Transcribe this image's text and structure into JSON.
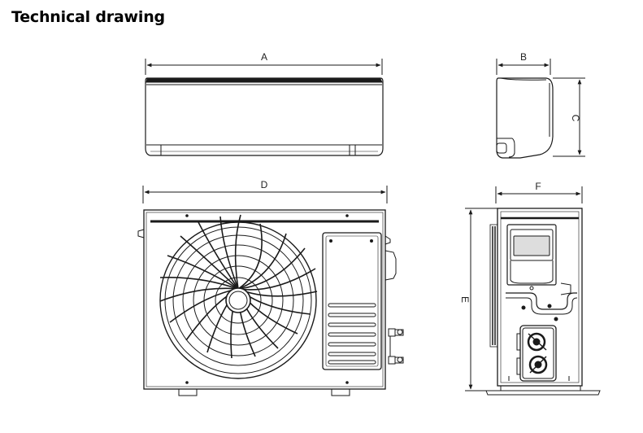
{
  "page": {
    "title": "Technical drawing"
  },
  "dimensions": {
    "a": "A",
    "b": "B",
    "c": "C",
    "d": "D",
    "e": "E",
    "f": "F"
  },
  "colors": {
    "line": "#1a1a1a",
    "fill": "#ffffff",
    "dark": "#222222"
  }
}
